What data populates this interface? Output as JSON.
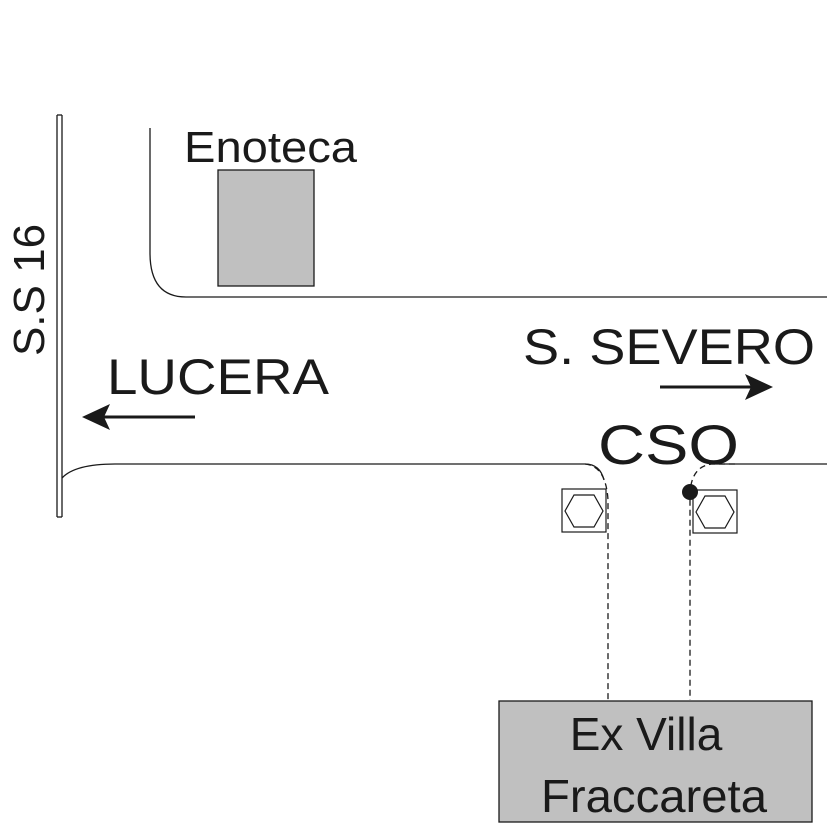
{
  "labels": {
    "highway": "S.S 16",
    "west_destination": "LUCERA",
    "east_destination": "S. SEVERO",
    "junction": "CSO",
    "shop": "Enoteca",
    "estate_line1": "Ex Villa",
    "estate_line2": "Fraccareta"
  },
  "colors": {
    "building_fill": "#c0c0c0",
    "line": "#1a1a1a",
    "background": "#ffffff"
  },
  "icons": {
    "west_arrow": "arrow-left-icon",
    "east_arrow": "arrow-right-icon",
    "markers": "hexagon-marker-icon",
    "junction_point": "dot-icon"
  }
}
